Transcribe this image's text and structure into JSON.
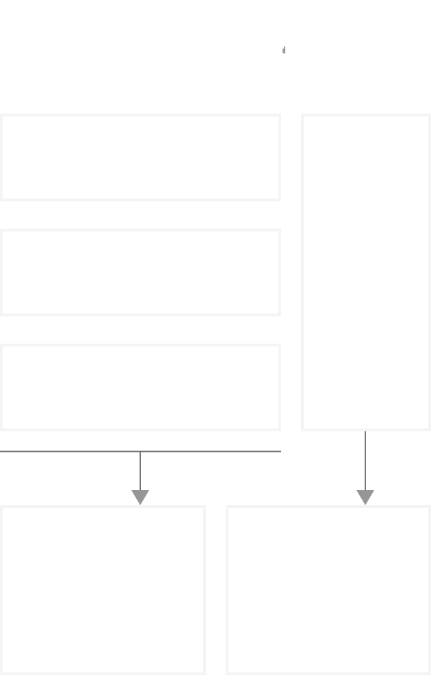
{
  "diagram": {
    "type": "flow",
    "nodes": [
      {
        "id": "left-1",
        "label": ""
      },
      {
        "id": "left-2",
        "label": ""
      },
      {
        "id": "left-3",
        "label": ""
      },
      {
        "id": "right-tall",
        "label": ""
      },
      {
        "id": "bottom-left",
        "label": ""
      },
      {
        "id": "bottom-right",
        "label": ""
      }
    ],
    "edges": [
      {
        "from": "left-group",
        "to": "bottom-left",
        "style": "arrow"
      },
      {
        "from": "right-tall",
        "to": "bottom-right",
        "style": "arrow"
      }
    ],
    "colors": {
      "box_border": "#f4f4f4",
      "line": "#757575",
      "arrowhead": "#9a9595"
    }
  }
}
